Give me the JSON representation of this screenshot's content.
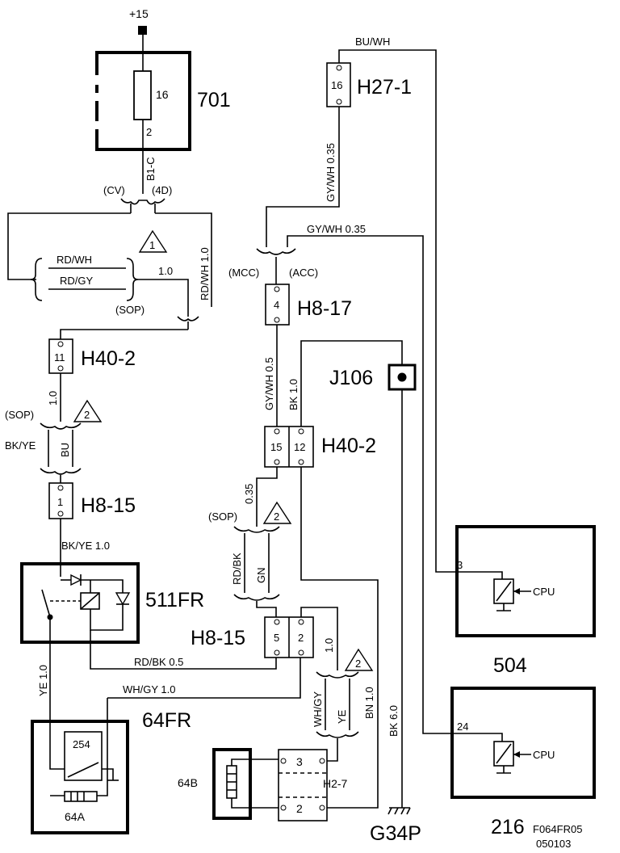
{
  "supply": "+15",
  "fuse_box": {
    "id": "701",
    "fuse": "16",
    "pin": "2"
  },
  "wires": {
    "b1c": "B1-C",
    "cv": "(CV)",
    "fourd": "(4D)",
    "rdwh_top": "RD/WH",
    "rdgy": "RD/GY",
    "one_zero_a": "1.0",
    "sop_a": "(SOP)",
    "rdwh_10": "RD/WH 1.0",
    "one_zero_b": "1.0",
    "sop_b": "(SOP)",
    "bkye": "BK/YE",
    "bu": "BU",
    "bkye_10": "BK/YE 1.0",
    "ye_10": "YE 1.0",
    "rdbk_05": "RD/BK  0.5",
    "whgy_10": "WH/GY 1.0",
    "buwh": "BU/WH",
    "gywh_035_v": "GY/WH  0.35",
    "gywh_035_h": "GY/WH  0.35",
    "mcc": "(MCC)",
    "acc": "(ACC)",
    "gywh_05": "GY/WH  0.5",
    "bk_10": "BK  1.0",
    "point_35": "0.35",
    "sop_c": "(SOP)",
    "rdbk": "RD/BK",
    "gn": "GN",
    "one_zero_c": "1.0",
    "whgy": "WH/GY",
    "ye": "YE",
    "bn_10": "BN  1.0",
    "bk_60": "BK  6.0"
  },
  "notes": {
    "n1": "1",
    "n2a": "2",
    "n2b": "2",
    "n2c": "2"
  },
  "connectors": {
    "h40_2_left": {
      "id": "H40-2",
      "pin": "11"
    },
    "h8_15_upper": {
      "id": "H8-15",
      "pin": "1"
    },
    "h27_1": {
      "id": "H27-1",
      "pin": "16"
    },
    "h8_17": {
      "id": "H8-17",
      "pin": "4"
    },
    "h40_2_right": {
      "id": "H40-2",
      "pins": [
        "15",
        "12"
      ]
    },
    "h8_15_lower": {
      "id": "H8-15",
      "pins": [
        "5",
        "2"
      ]
    },
    "h2_7": {
      "id": "H2-7",
      "pins": [
        "3",
        "2"
      ]
    }
  },
  "components": {
    "relay": "511FR",
    "heater_unit": "64FR",
    "heater_element": "254",
    "sensor": "64A",
    "seat_switch": "64B",
    "splice": "J106",
    "ground": "G34P",
    "ecu_504": {
      "id": "504",
      "pin": "3",
      "cpu": "CPU"
    },
    "ecu_216": {
      "id": "216",
      "pin": "24",
      "cpu": "CPU"
    }
  },
  "footer": {
    "code": "F064FR05",
    "date": "050103"
  }
}
